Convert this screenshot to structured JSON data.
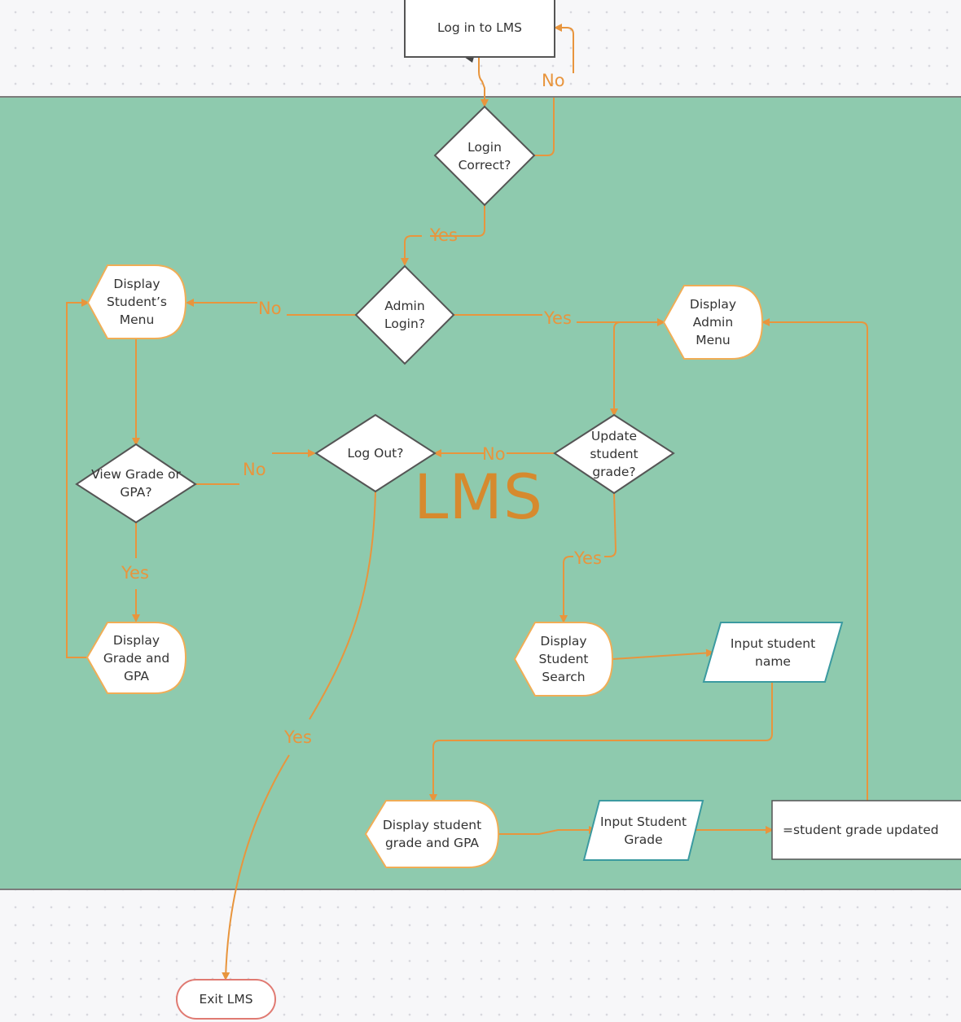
{
  "diagram": {
    "watermark": "LMS",
    "nodes": {
      "login": "Log in to LMS",
      "login_correct": "Login\nCorrect?",
      "admin_login": "Admin\nLogin?",
      "student_menu": "Display\nStudent’s\nMenu",
      "admin_menu": "Display\nAdmin\nMenu",
      "log_out": "Log Out?",
      "update_grade": "Update\nstudent\ngrade?",
      "view_grade": "View Grade or\nGPA?",
      "display_grade": "Display\nGrade and\nGPA",
      "student_search": "Display\nStudent\nSearch",
      "input_name": "Input student\nname",
      "display_student_grade": "Display student\ngrade and GPA",
      "input_grade": "Input Student\nGrade",
      "grade_updated": "=student grade updated",
      "exit": "Exit LMS"
    },
    "edge_labels": {
      "login_no": "No",
      "login_yes": "Yes",
      "admin_no": "No",
      "admin_yes": "Yes",
      "view_no": "No",
      "view_yes": "Yes",
      "update_no": "No",
      "update_yes": "Yes",
      "logout_yes": "Yes"
    },
    "colors": {
      "band": "#8ecaae",
      "connector": "#e8953d",
      "display_border": "#f0ad56",
      "decision_border": "#555555",
      "io_border": "#3b9aa0",
      "terminal_border": "#e07a72"
    }
  }
}
